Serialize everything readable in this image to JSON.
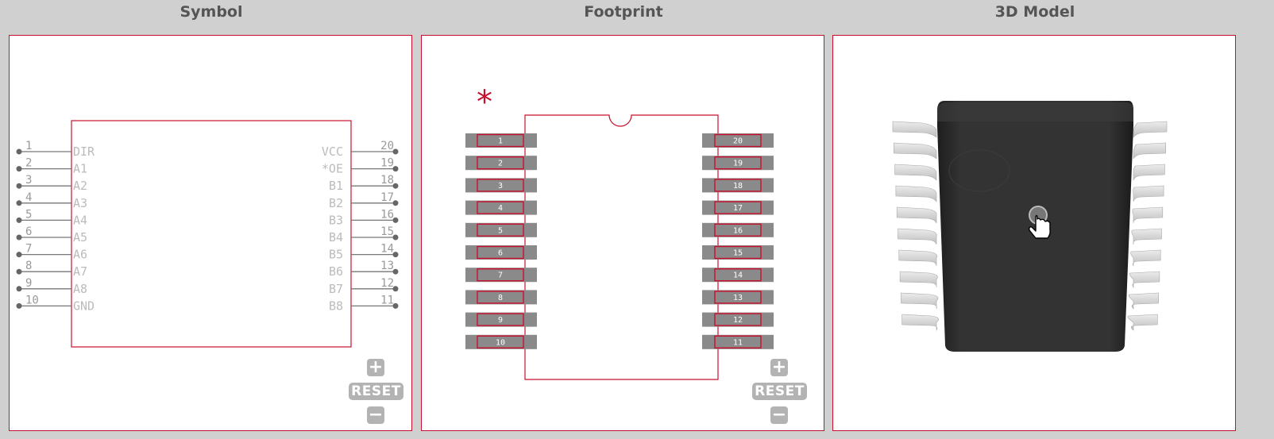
{
  "titles": {
    "symbol": "Symbol",
    "footprint": "Footprint",
    "model": "3D Model"
  },
  "controls": {
    "zoom_in": "+",
    "reset": "RESET",
    "zoom_out": "−"
  },
  "symbol": {
    "left_pins": [
      {
        "num": "1",
        "name": "DIR"
      },
      {
        "num": "2",
        "name": "A1"
      },
      {
        "num": "3",
        "name": "A2"
      },
      {
        "num": "4",
        "name": "A3"
      },
      {
        "num": "5",
        "name": "A4"
      },
      {
        "num": "6",
        "name": "A5"
      },
      {
        "num": "7",
        "name": "A6"
      },
      {
        "num": "8",
        "name": "A7"
      },
      {
        "num": "9",
        "name": "A8"
      },
      {
        "num": "10",
        "name": "GND"
      }
    ],
    "right_pins": [
      {
        "num": "20",
        "name": "VCC"
      },
      {
        "num": "19",
        "name": "*OE"
      },
      {
        "num": "18",
        "name": "B1"
      },
      {
        "num": "17",
        "name": "B2"
      },
      {
        "num": "16",
        "name": "B3"
      },
      {
        "num": "15",
        "name": "B4"
      },
      {
        "num": "14",
        "name": "B5"
      },
      {
        "num": "13",
        "name": "B6"
      },
      {
        "num": "12",
        "name": "B7"
      },
      {
        "num": "11",
        "name": "B8"
      }
    ]
  },
  "footprint": {
    "pin1_marker": "*",
    "left_pads": [
      "1",
      "2",
      "3",
      "4",
      "5",
      "6",
      "7",
      "8",
      "9",
      "10"
    ],
    "right_pads": [
      "20",
      "19",
      "18",
      "17",
      "16",
      "15",
      "14",
      "13",
      "12",
      "11"
    ]
  },
  "colors": {
    "accent": "#c8102e",
    "pin": "#777777",
    "pad": "#8a8a8a",
    "body": "#2b2b2b"
  }
}
